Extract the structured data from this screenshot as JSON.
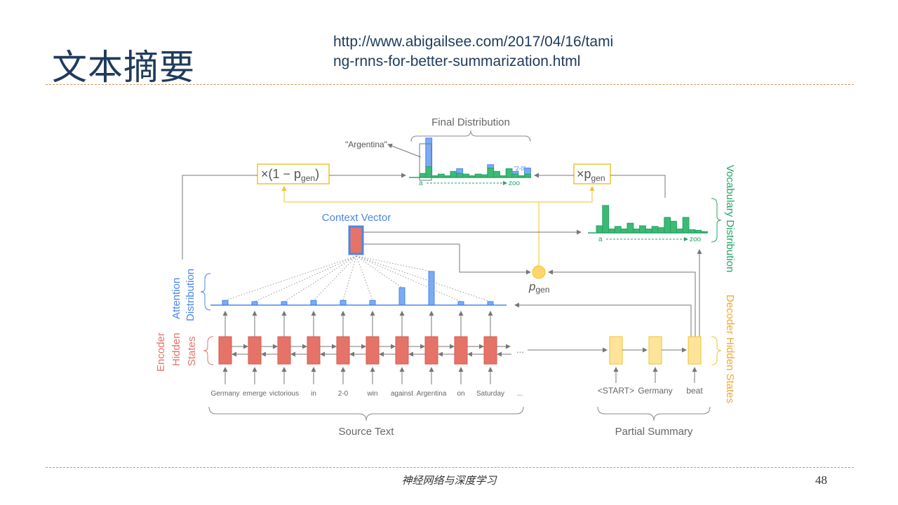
{
  "slide": {
    "title": "文本摘要",
    "url_line1": "http://www.abigailsee.com/2017/04/16/tami",
    "url_line2": "ng-rnns-for-better-summarization.html",
    "footer": "神经网络与深度学习",
    "page_number": "48"
  },
  "diagram": {
    "final_distribution_label": "Final Distribution",
    "argentina_label": "\"Argentina\"",
    "two_zero_label": "\"2-0\"",
    "mult_one_minus_pgen": "×(1 − p",
    "mult_pgen": "×p",
    "gen_sub": "gen",
    "context_vector_label": "Context Vector",
    "pgen_label": "p",
    "vocab_a": "a",
    "vocab_zoo": "zoo",
    "vocabulary_distribution_label": "Vocabulary Distribution",
    "attention_distribution_label": [
      "Attention",
      "Distribution"
    ],
    "encoder_hidden_states_label": [
      "Encoder",
      "Hidden",
      "States"
    ],
    "decoder_hidden_states_label": "Decoder Hidden States",
    "source_words": [
      "Germany",
      "emerge",
      "victorious",
      "in",
      "2-0",
      "win",
      "against",
      "Argentina",
      "on",
      "Saturday",
      "..."
    ],
    "summary_words": [
      "<START>",
      "Germany",
      "beat"
    ],
    "source_text_label": "Source Text",
    "partial_summary_label": "Partial Summary",
    "encoder_ellipsis": "...",
    "attention_weights": [
      0.14,
      0.1,
      0.08,
      0.14,
      0.14,
      0.14,
      0.52,
      1.0,
      0.08,
      0.08
    ],
    "vocab_distribution": [
      0.22,
      0.85,
      0.12,
      0.2,
      0.12,
      0.3,
      0.12,
      0.22,
      0.12,
      0.2,
      0.16,
      0.48,
      0.36,
      0.12,
      0.48,
      0.1,
      0.08,
      0.04
    ],
    "final_green": [
      0.12,
      0.32,
      0.05,
      0.1,
      0.05,
      0.18,
      0.12,
      0.1,
      0.05,
      0.1,
      0.08,
      0.28,
      0.18,
      0.05,
      0.26,
      0.1,
      0.05,
      0.1
    ],
    "final_blue": [
      0,
      0.85,
      0,
      0,
      0,
      0,
      0.14,
      0,
      0,
      0,
      0,
      0.1,
      0,
      0,
      0,
      0.08,
      0,
      0.18
    ],
    "colors": {
      "encoder": "#e57368",
      "attention": "#4a86e8",
      "vocab": "#22a565",
      "decoder": "#f1c232",
      "gray": "#777777"
    }
  }
}
